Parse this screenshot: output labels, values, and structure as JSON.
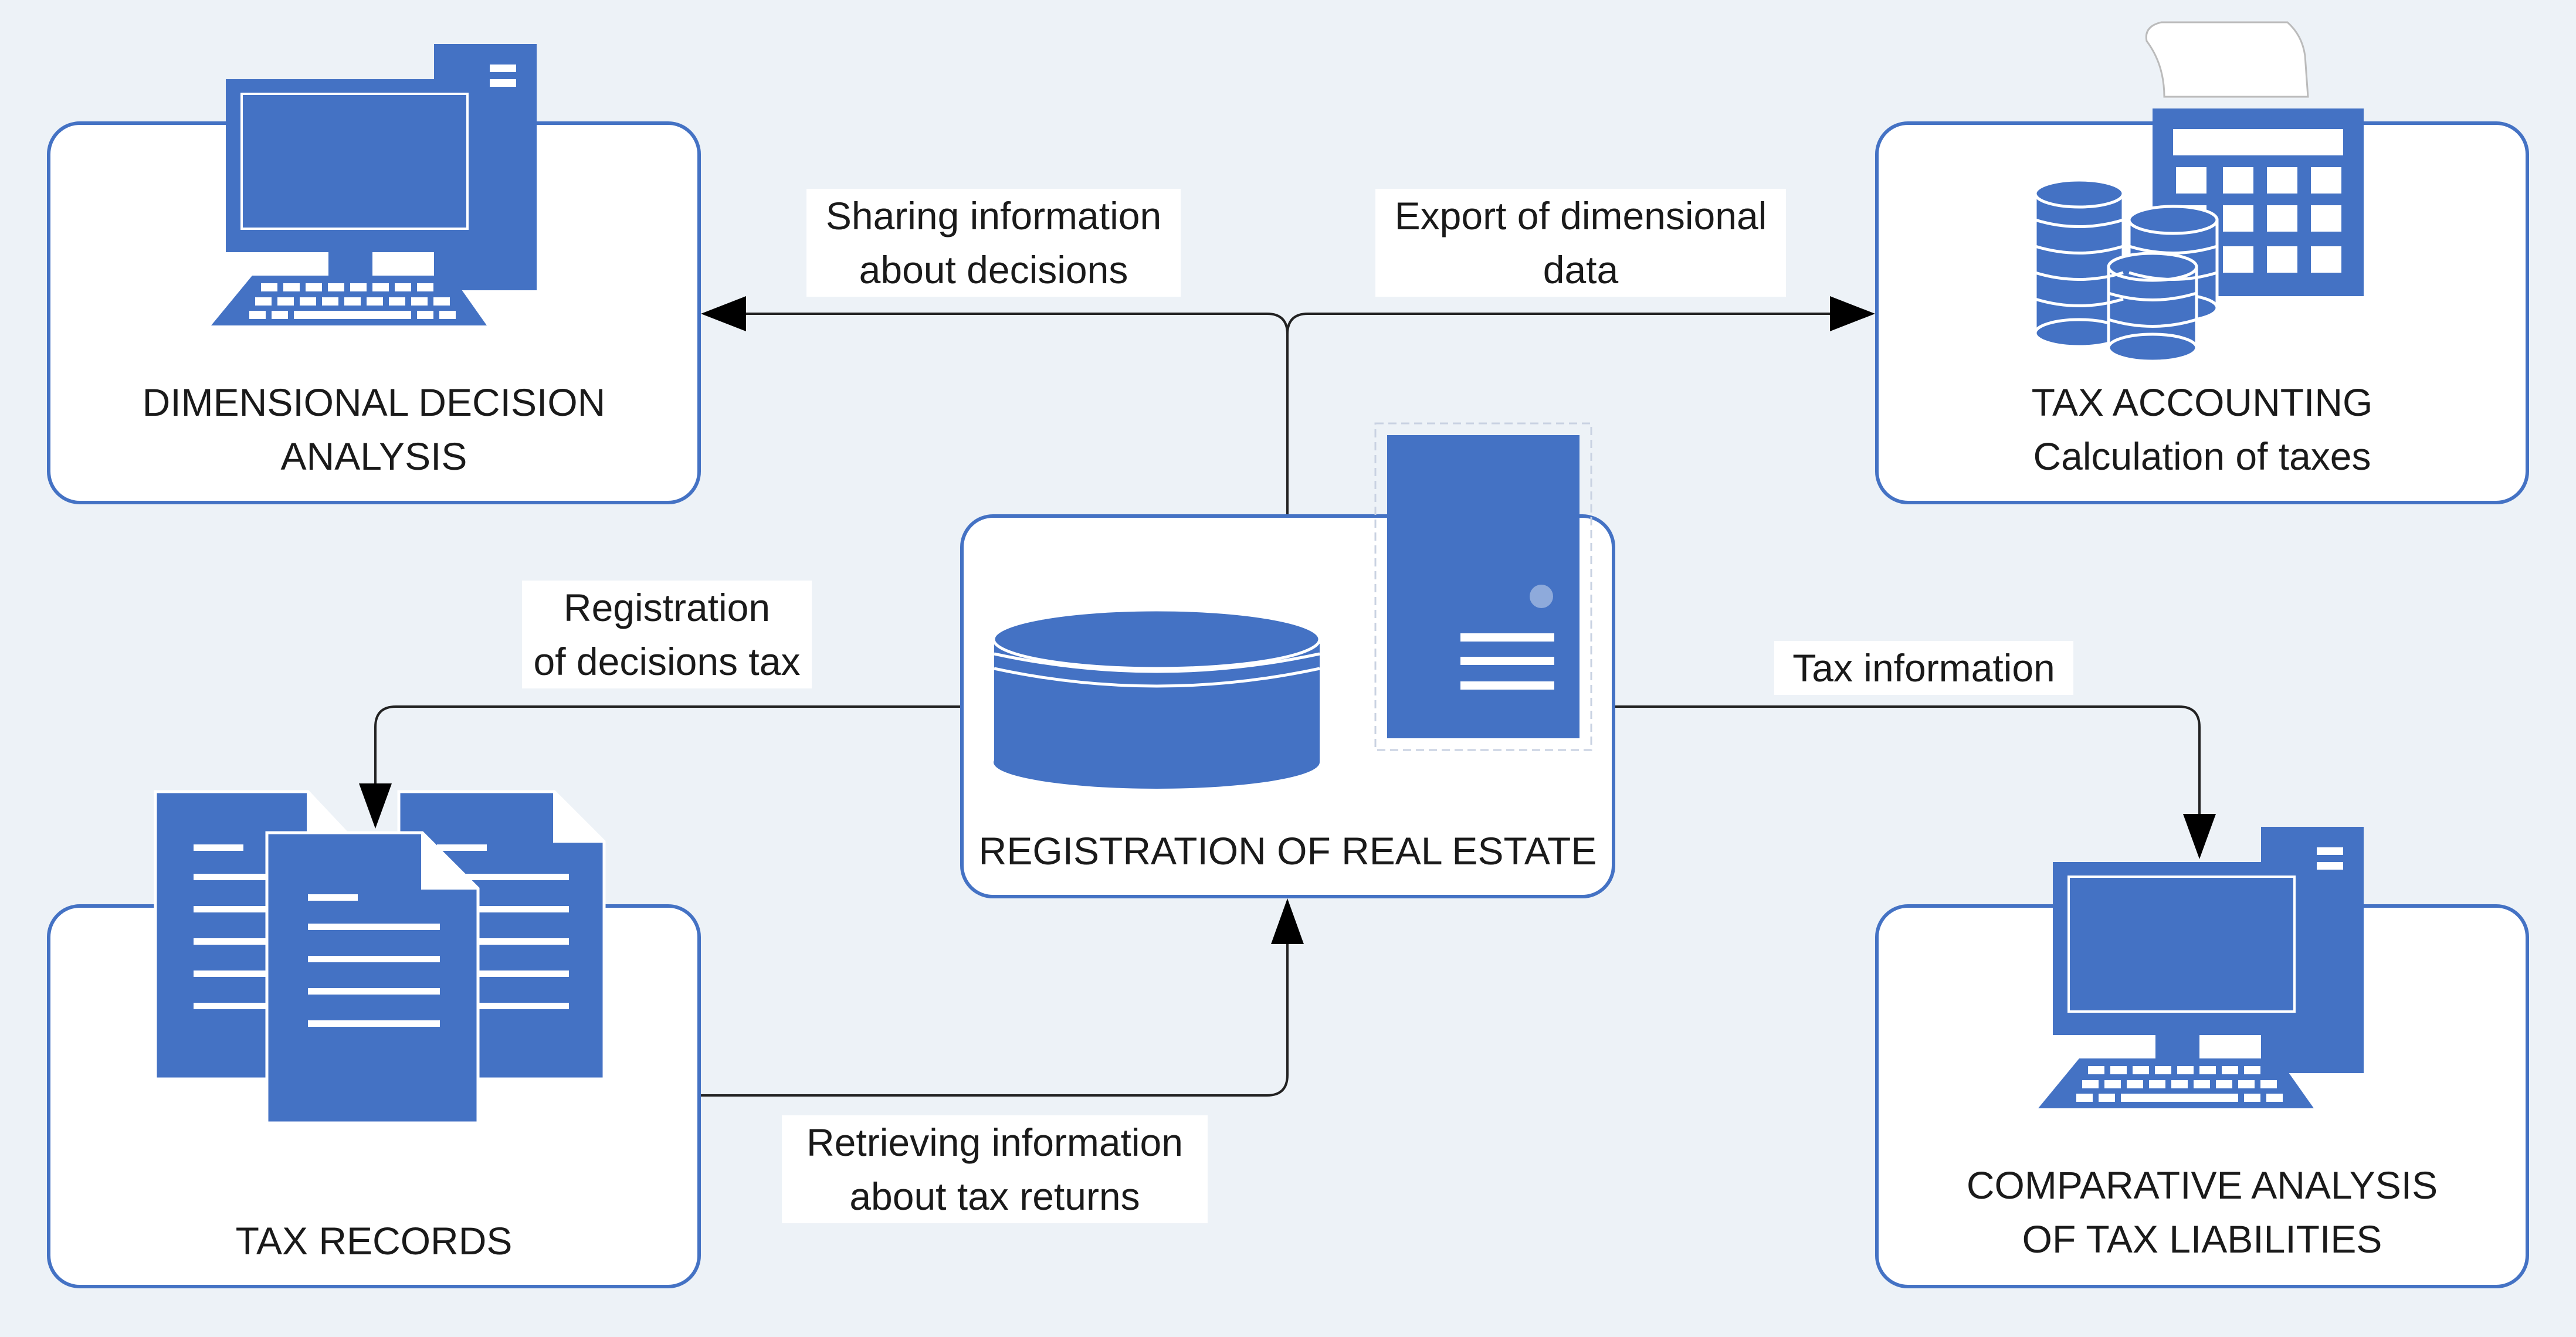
{
  "nodes": {
    "dimensional": {
      "line1": "DIMENSIONAL DECISION",
      "line2": "ANALYSIS"
    },
    "tax_accounting": {
      "line1": "TAX ACCOUNTING",
      "line2": "Calculation of taxes"
    },
    "registration": {
      "line1": "REGISTRATION OF REAL ESTATE"
    },
    "tax_records": {
      "line1": "TAX RECORDS"
    },
    "comparative": {
      "line1": "COMPARATIVE ANALYSIS",
      "line2": "OF TAX LIABILITIES"
    }
  },
  "edges": {
    "sharing": {
      "line1": "Sharing information",
      "line2": "about decisions"
    },
    "export": {
      "line1": "Export of dimensional",
      "line2": "data"
    },
    "registration_tax": {
      "line1": "Registration",
      "line2": "of decisions tax"
    },
    "tax_info": {
      "line1": "Tax information"
    },
    "retrieving": {
      "line1": "Retrieving information",
      "line2": "about tax returns"
    }
  },
  "icons": [
    "desktop-computer-icon",
    "calculator-coins-icon",
    "database-icon",
    "server-tower-icon",
    "documents-icon",
    "desktop-computer-icon"
  ],
  "colors": {
    "accent": "#4472c4",
    "background": "#edf2f7",
    "box": "#ffffff",
    "arrow": "#000000"
  }
}
